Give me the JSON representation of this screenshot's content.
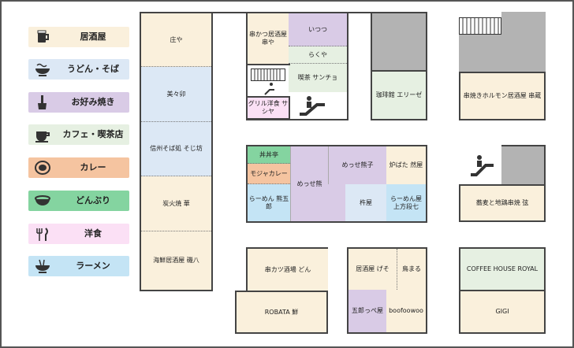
{
  "legend": [
    {
      "label": "居酒屋",
      "color": "#faf0dc",
      "icon": "beer-mug-icon"
    },
    {
      "label": "うどん・そば",
      "color": "#dce8f5",
      "icon": "noodle-bowl-icon"
    },
    {
      "label": "お好み焼き",
      "color": "#d9cbe6",
      "icon": "spatula-icon"
    },
    {
      "label": "カフェ・喫茶店",
      "color": "#e6f0e2",
      "icon": "coffee-cup-icon"
    },
    {
      "label": "カレー",
      "color": "#f5c4a0",
      "icon": "curry-plate-icon"
    },
    {
      "label": "どんぶり",
      "color": "#84d4a0",
      "icon": "donburi-bowl-icon"
    },
    {
      "label": "洋食",
      "color": "#fbe0f5",
      "icon": "fork-knife-icon"
    },
    {
      "label": "ラーメン",
      "color": "#c4e4f5",
      "icon": "ramen-bowl-icon"
    }
  ],
  "shops": {
    "shoya": "庄や",
    "misuzu": "美々卯",
    "shinshu": "信州そば処 そじ坊",
    "sumibiyaki": "炭火焼 華",
    "kaisen": "海鮮居酒屋 磯八",
    "kushikatsu_izakaya": "串かつ居酒屋 串や",
    "itsutsu": "いつつ",
    "rakuya": "らくや",
    "kissa_sancho": "喫茶 サンチョ",
    "grill_sashiya": "グリル洋食 サシヤ",
    "coffee_elise": "珈琲館 エリーゼ",
    "horumon": "串焼きホルモン居酒屋 串蔵",
    "donjitei": "丼丼亭",
    "mojya_curry": "モジャカレー",
    "ramen_kumagoro": "らーめん 熊五郎",
    "messe_kuma": "めっせ熊",
    "messe_kumako": "めっせ熊子",
    "robata_zen": "炉ばた 然屋",
    "kineya": "杵屋",
    "ramen_kamigata": "らーめん屋 上方段七",
    "soba_jidori": "蕎麦と地鶏串焼 弦",
    "kushikatsu_don": "串カツ酒場 どん",
    "robata_sen": "ROBATA 鮮",
    "izakaya_gezo": "居酒屋 げそ",
    "torimaru": "鳥まる",
    "gorou_teppanya": "五郎っぺ屋",
    "boofoowoo": "boofoowoo",
    "coffee_royal": "COFFEE HOUSE ROYAL",
    "gigi": "GIGI"
  }
}
